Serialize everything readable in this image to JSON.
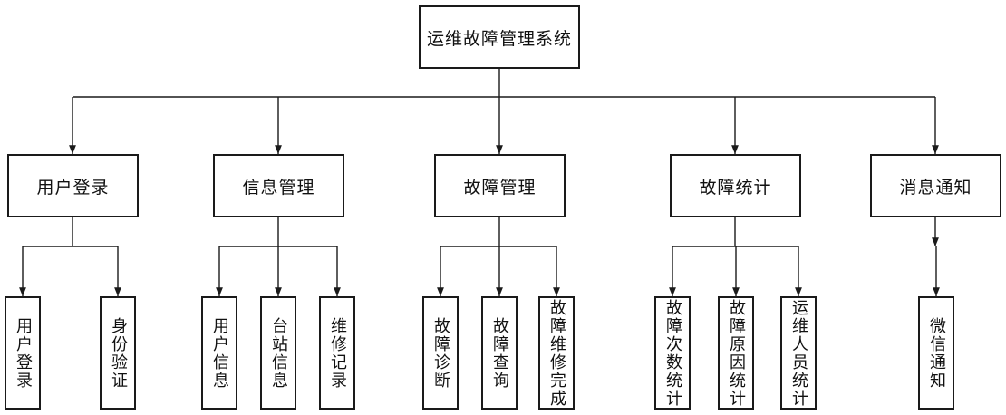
{
  "root": {
    "label": "运维故障管理系统"
  },
  "modules": [
    {
      "label": "用户登录",
      "items": [
        "用户登录",
        "身份验证"
      ]
    },
    {
      "label": "信息管理",
      "items": [
        "用户信息",
        "台站信息",
        "维修记录"
      ]
    },
    {
      "label": "故障管理",
      "items": [
        "故障诊断",
        "故障查询",
        "故障维修完成"
      ]
    },
    {
      "label": "故障统计",
      "items": [
        "故障次数统计",
        "故障原因统计",
        "运维人员统计"
      ]
    },
    {
      "label": "消息通知",
      "items": [
        "微信通知"
      ]
    }
  ]
}
